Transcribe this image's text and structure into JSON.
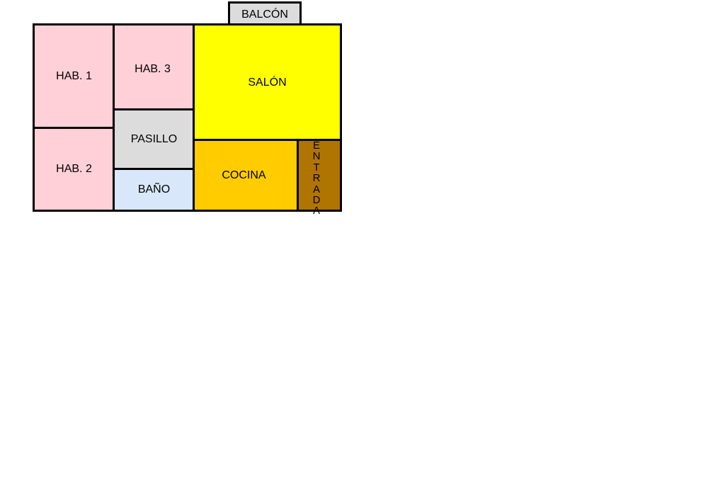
{
  "rooms": {
    "balcon": {
      "label": "BALCÓN",
      "color": "#dcdcdc"
    },
    "hab1": {
      "label": "HAB. 1",
      "color": "#ffd0d8"
    },
    "hab2": {
      "label": "HAB. 2",
      "color": "#ffd0d8"
    },
    "hab3": {
      "label": "HAB. 3",
      "color": "#ffd0d8"
    },
    "pasillo": {
      "label": "PASILLO",
      "color": "#dcdcdc"
    },
    "bano": {
      "label": "BAÑO",
      "color": "#d8e8fa"
    },
    "salon": {
      "label": "SALÓN",
      "color": "#ffff00"
    },
    "cocina": {
      "label": "COCINA",
      "color": "#ffcc00"
    },
    "entrada": {
      "letters": [
        "E",
        "N",
        "T",
        "R",
        "A",
        "D",
        "A"
      ],
      "color": "#b07400"
    }
  }
}
